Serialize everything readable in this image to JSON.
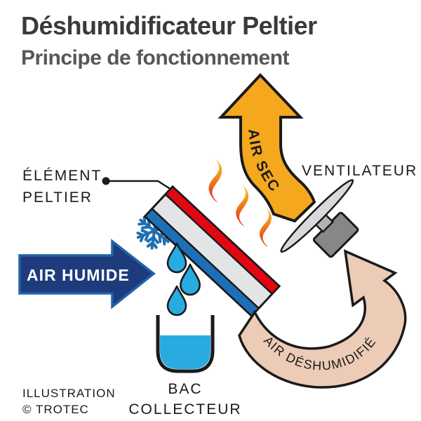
{
  "title": "Déshumidificateur Peltier",
  "subtitle": "Principe de fonctionnement",
  "labels": {
    "element_line1": "ÉLÉMENT",
    "element_line2": "PELTIER",
    "ventilator": "VENTILATEUR",
    "air_humid": "AIR HUMIDE",
    "air_dry": "AIR SEC",
    "air_dehumidified": "AIR DÉSHUMIDIFIÉ",
    "tank_line1": "BAC",
    "tank_line2": "COLLECTEUR",
    "credit_line1": "ILLUSTRATION",
    "credit_line2": "© TROTEC"
  },
  "icons": {
    "snowflake": "snowflake-icon (cold side)",
    "flames": "flame-icon (hot side)",
    "fan": "fan-icon",
    "drops": "water-drop-icon",
    "tank": "collector-tank-icon"
  },
  "colors": {
    "title_text": "#3a3a39",
    "subtitle_text": "#575756",
    "label_text": "#1a1a1a",
    "outline": "#1a1a1a",
    "humid_air_navy": "#1e3b7d",
    "humid_air_border": "#2062a7",
    "humid_air_text": "#ffffff",
    "dry_air_orange": "#f5a81d",
    "dehumidified_beige": "#ecccb6",
    "water_cyan": "#29abe2",
    "snowflake_blue": "#1d6fb5",
    "hot_stripe_red": "#e30613",
    "bar_body_gray": "#e3e4e5",
    "cold_stripe_blue": "#1d70b7",
    "flame_top": "#fcc93c",
    "flame_mid": "#f0841c",
    "flame_bottom": "#e3231a",
    "fan_blade_gray": "#d8d9da",
    "fan_motor_gray": "#868788",
    "fan_shaft_gray": "#b1b2b3"
  }
}
